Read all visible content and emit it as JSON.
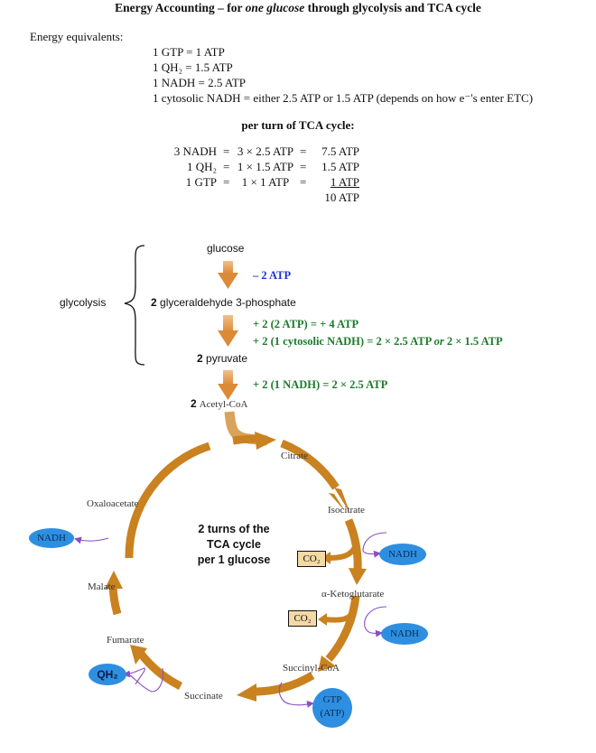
{
  "title": {
    "prefix": "Energy Accounting – for ",
    "emph": "one glucose",
    "suffix": " through glycolysis and TCA cycle"
  },
  "equivalents": {
    "heading": "Energy equivalents:",
    "lines": [
      "1 GTP   =   1 ATP",
      "1 QH₂   =   1.5 ATP",
      "1 NADH   =   2.5 ATP",
      "1 cytosolic NADH = either 2.5 ATP or 1.5 ATP (depends on how e⁻'s enter ETC)"
    ]
  },
  "per_turn": {
    "heading": "per turn of TCA cycle:",
    "rows": [
      {
        "left": "3 NADH",
        "eq": "=",
        "calc": "3 × 2.5 ATP",
        "eq2": "=",
        "result": "7.5 ATP"
      },
      {
        "left": "1 QH₂",
        "eq": "=",
        "calc": "1 × 1.5 ATP",
        "eq2": "=",
        "result": "1.5 ATP"
      },
      {
        "left": "1 GTP",
        "eq": "=",
        "calc": "1 × 1 ATP",
        "eq2": "=",
        "result": "1 ATP"
      }
    ],
    "total": "10 ATP"
  },
  "glycolysis": {
    "label": "glycolysis",
    "glucose": "glucose",
    "step1_energy": "– 2 ATP",
    "g3p_count": "2",
    "g3p": "glyceraldehyde 3-phosphate",
    "step2_line1": "+ 2 (2 ATP) = + 4 ATP",
    "step2_line2_a": "+ 2 (1 cytosolic NADH) = 2 × 2.5 ATP ",
    "step2_line2_or": "or",
    "step2_line2_b": " 2 × 1.5 ATP",
    "pyruvate_count": "2",
    "pyruvate": "pyruvate",
    "step3_energy": "+ 2 (1 NADH) = 2 × 2.5 ATP",
    "acetyl_count": "2",
    "acetyl": "Acetyl-CoA"
  },
  "tca": {
    "center_lines": [
      "2 turns of the",
      "TCA cycle",
      "per 1 glucose"
    ],
    "metabolites": {
      "citrate": "Citrate",
      "isocitrate": "Isocitrate",
      "ketoglutarate": "α-Ketoglutarate",
      "succinyl": "Succinyl-CoA",
      "succinate": "Succinate",
      "fumarate": "Fumarate",
      "malate": "Malate",
      "oxaloacetate": "Oxaloacetate"
    },
    "co2": "CO₂",
    "nadh": "NADH",
    "qh2": "QH₂",
    "gtp": "GTP",
    "atp_paren": "(ATP)"
  },
  "colors": {
    "arrow_orange": "#d88b2c",
    "cycle_orange": "#c9821f",
    "nadh_blue": "#2e8fe0",
    "green_text": "#1b7a2a",
    "blue_text": "#1a32d8",
    "pointer_purple": "#8a4fc4"
  }
}
